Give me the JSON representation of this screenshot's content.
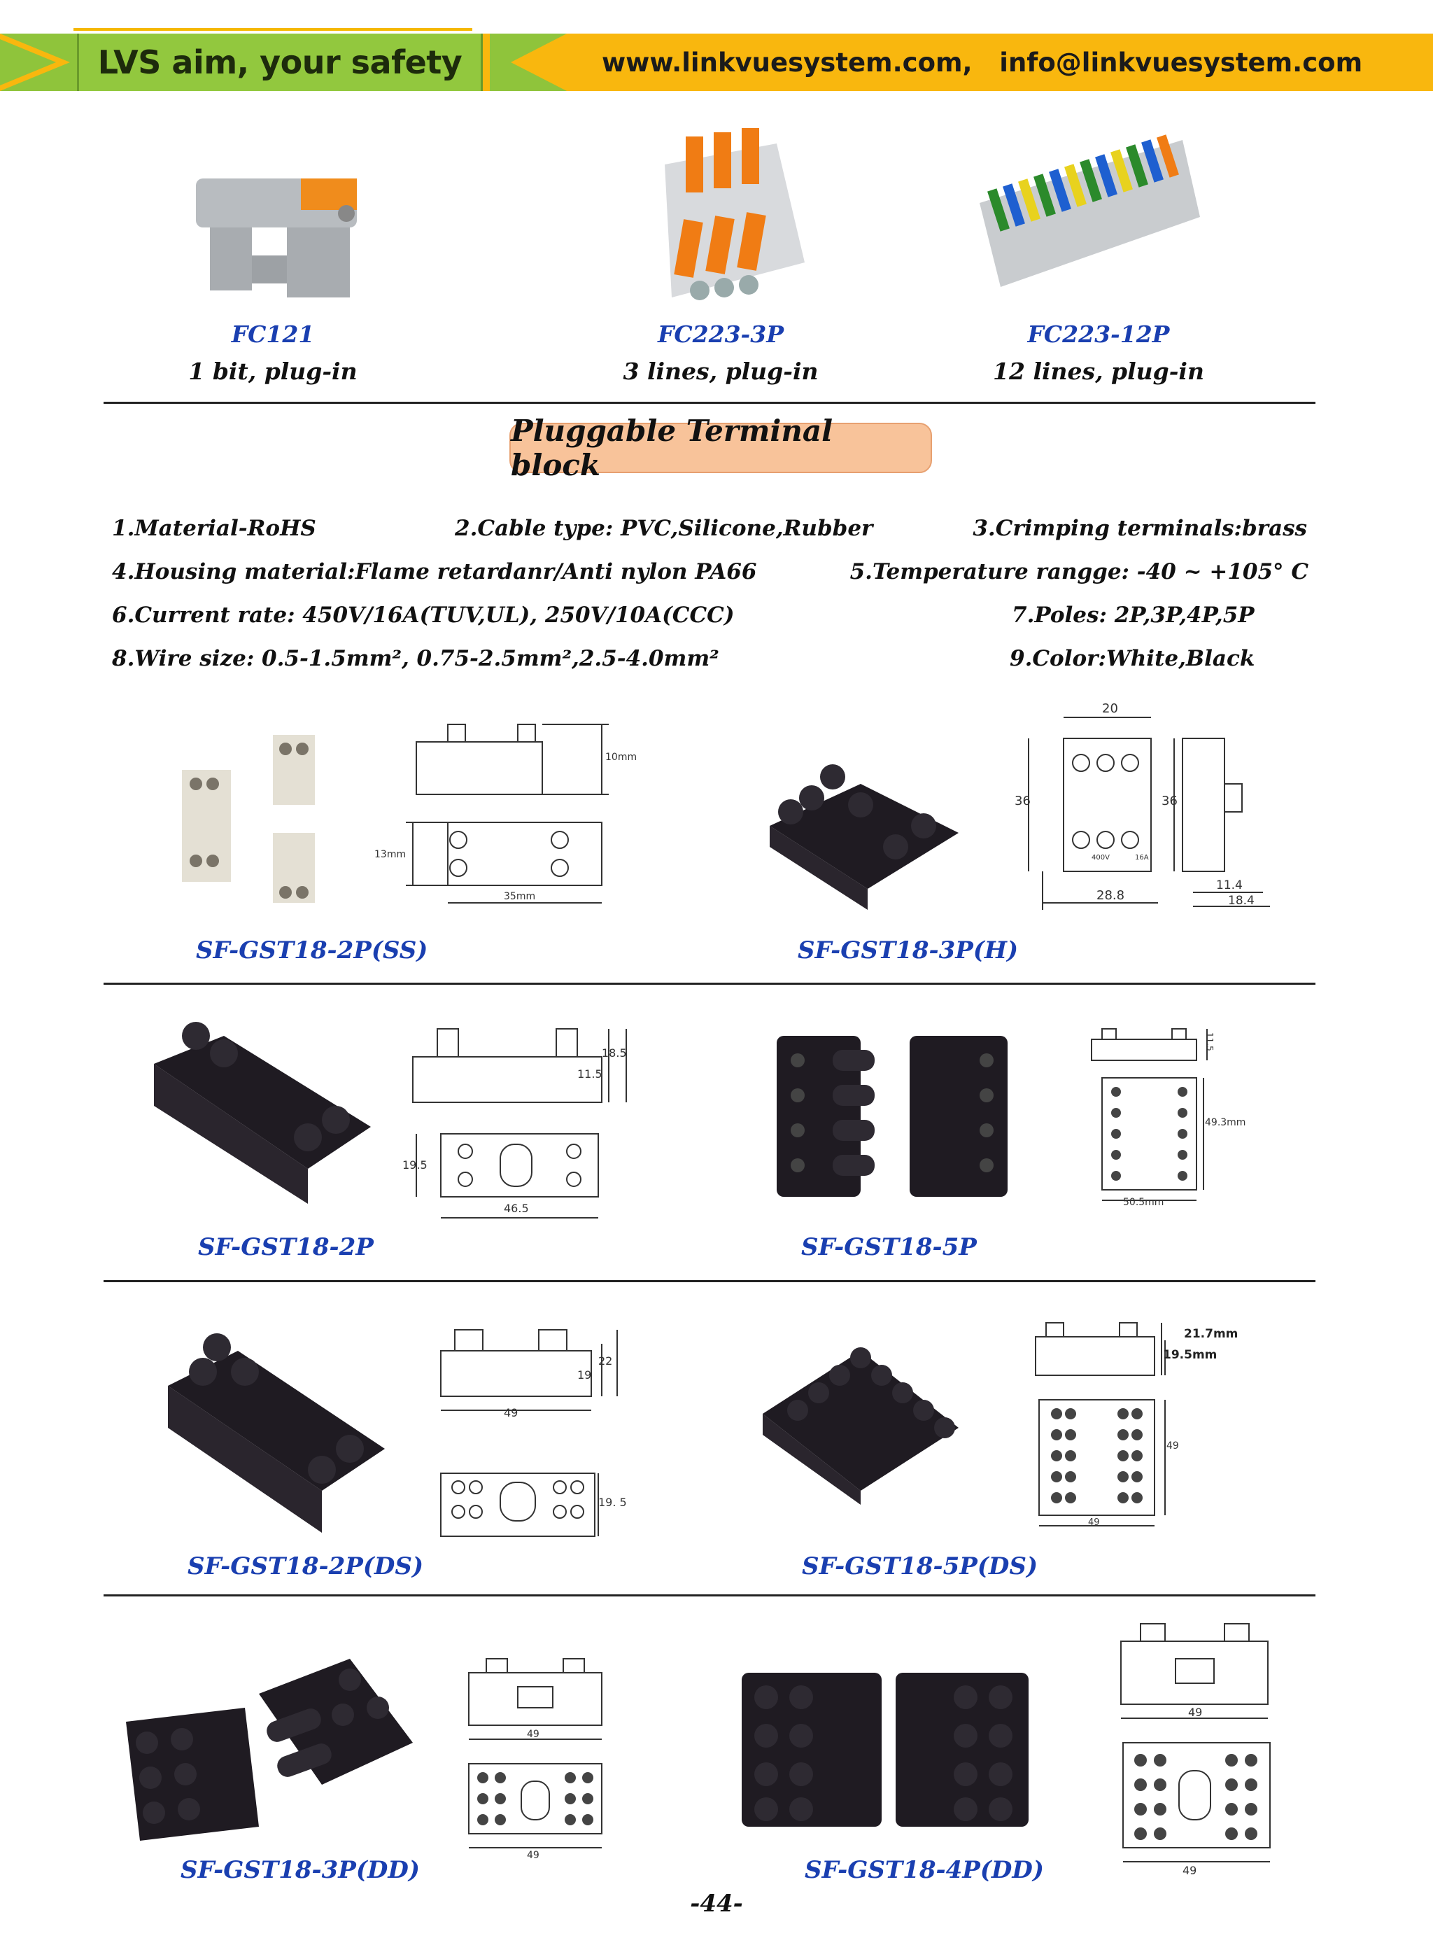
{
  "banner": {
    "slogan": "LVS aim, your safety",
    "contact": "www.linkvuesystem.com,   info@linkvuesystem.com"
  },
  "products_top": [
    {
      "model": "FC121",
      "desc": "1 bit, plug-in"
    },
    {
      "model": "FC223-3P",
      "desc": "3 lines, plug-in"
    },
    {
      "model": "FC223-12P",
      "desc": "12 lines, plug-in"
    }
  ],
  "section_title": "Pluggable Terminal block",
  "specs": {
    "s1": "1.Material-RoHS",
    "s2": "2.Cable type: PVC,Silicone,Rubber",
    "s3": "3.Crimping terminals:brass",
    "s4": "4.Housing material:Flame retardanr/Anti nylon PA66",
    "s5": "5.Temperature rangge: -40 ~ +105° C",
    "s6": "6.Current rate: 450V/16A(TUV,UL), 250V/10A(CCC)",
    "s7": "7.Poles: 2P,3P,4P,5P",
    "s8": "8.Wire size: 0.5-1.5mm², 0.75-2.5mm²,2.5-4.0mm²",
    "s9": "9.Color:White,Black"
  },
  "items": [
    {
      "model": "SF-GST18-2P(SS)",
      "dims": [
        "10mm",
        "13mm",
        "35mm"
      ]
    },
    {
      "model": "SF-GST18-3P(H)",
      "dims": [
        "20",
        "36",
        "36",
        "28.8",
        "11.4",
        "18.4",
        "400V",
        "16A"
      ]
    },
    {
      "model": "SF-GST18-2P",
      "dims": [
        "11.5",
        "18.5",
        "19.5",
        "46.5"
      ]
    },
    {
      "model": "SF-GST18-5P",
      "dims": [
        "11.5",
        "49.3mm",
        "50.5mm"
      ]
    },
    {
      "model": "SF-GST18-2P(DS)",
      "dims": [
        "19",
        "22",
        "49",
        "19. 5"
      ]
    },
    {
      "model": "SF-GST18-5P(DS)",
      "dims": [
        "21.7mm",
        "19.5mm",
        "49",
        "49"
      ]
    },
    {
      "model": "SF-GST18-3P(DD)",
      "dims": [
        "49",
        "49"
      ]
    },
    {
      "model": "SF-GST18-4P(DD)",
      "dims": [
        "49",
        "49"
      ]
    }
  ],
  "page_number": "-44-",
  "colors": {
    "banner_green": "#8fc43b",
    "banner_yellow": "#f9b70e",
    "model_blue": "#1a3fb0",
    "title_badge": "#f8c39a"
  }
}
